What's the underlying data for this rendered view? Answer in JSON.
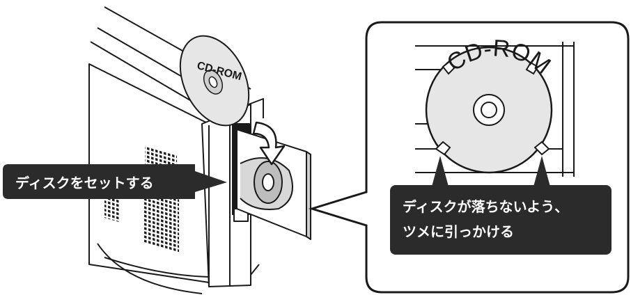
{
  "label_left": "ディスクをセットする",
  "label_right_line1": "ディスクが落ちないよう、",
  "label_right_line2": "ツメに引っかける",
  "disc_label": "CD-ROM",
  "colors": {
    "line": "#1a1a1a",
    "label_bg": "#2b2b2b",
    "disc": "#e6e6e6",
    "body": "#ffffff"
  }
}
